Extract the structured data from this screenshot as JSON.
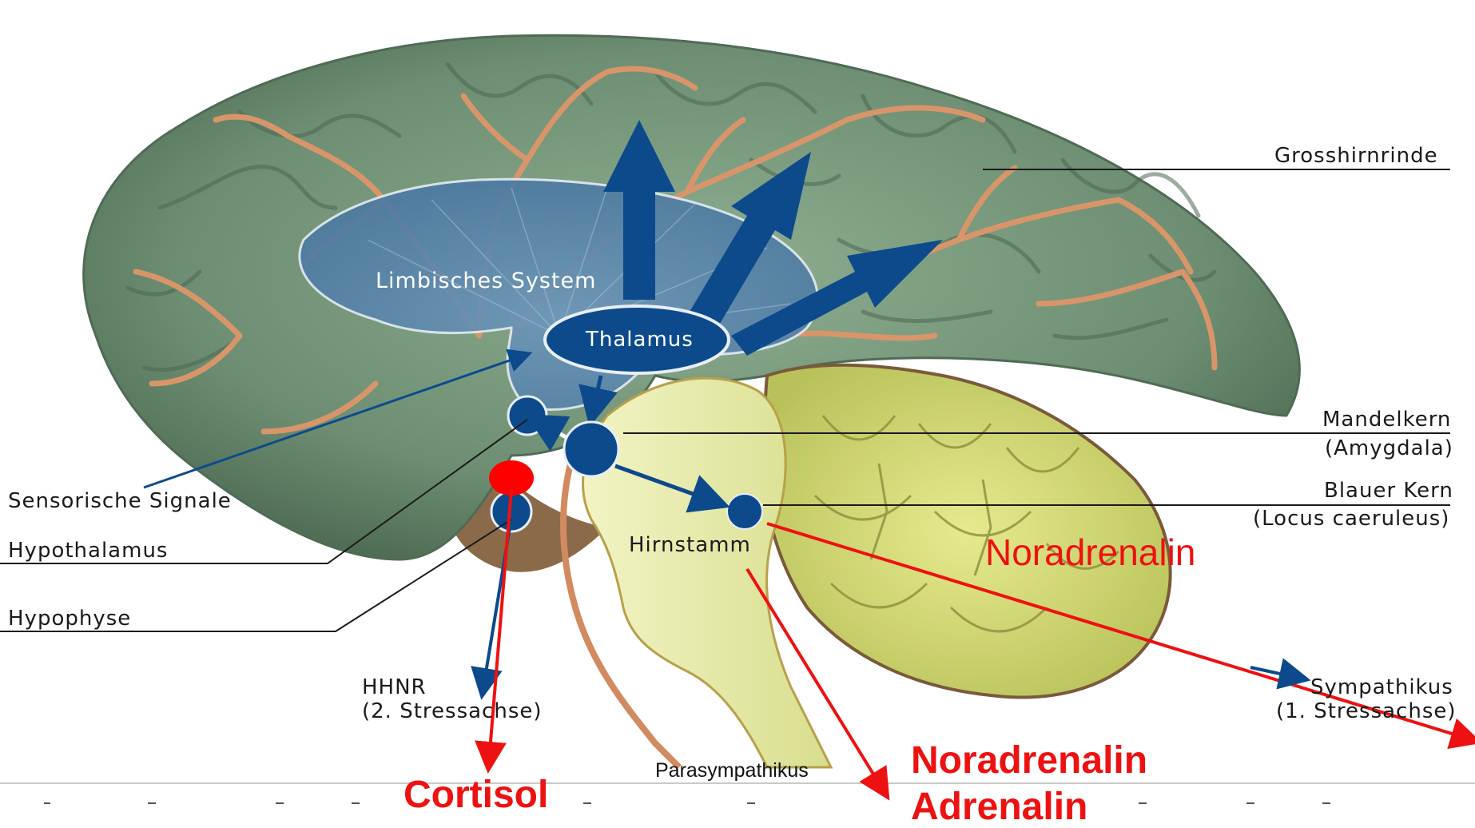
{
  "labels": {
    "grosshirnrinde": "Grosshirnrinde",
    "limbisches_system": "Limbisches System",
    "thalamus": "Thalamus",
    "mandelkern": "Mandelkern",
    "amygdala": "(Amygdala)",
    "blauer_kern": "Blauer Kern",
    "locus": "(Locus caeruleus)",
    "sensorische_signale": "Sensorische Signale",
    "hypothalamus": "Hypothalamus",
    "hypophyse": "Hypophyse",
    "hirnstamm": "Hirnstamm",
    "hhnr": "HHNR",
    "stressachse2": "(2. Stressachse)",
    "sympathikus": "Sympathikus",
    "stressachse1": "(1. Stressachse)",
    "parasympathikus": "Parasympathikus"
  },
  "annotations": {
    "noradrenalin_right": "Noradrenalin",
    "cortisol": "Cortisol",
    "noradrenalin_bottom": "Noradrenalin",
    "adrenalin_bottom": "Adrenalin"
  },
  "colors": {
    "cortex": "#6f8f74",
    "vessel": "#d9956a",
    "limbic": "#5a87ad",
    "thalamus": "#0d4a8c",
    "brainstem": "#eef0b0",
    "cerebellum": "#d6dc6e",
    "annotation_red": "#ee1111"
  }
}
